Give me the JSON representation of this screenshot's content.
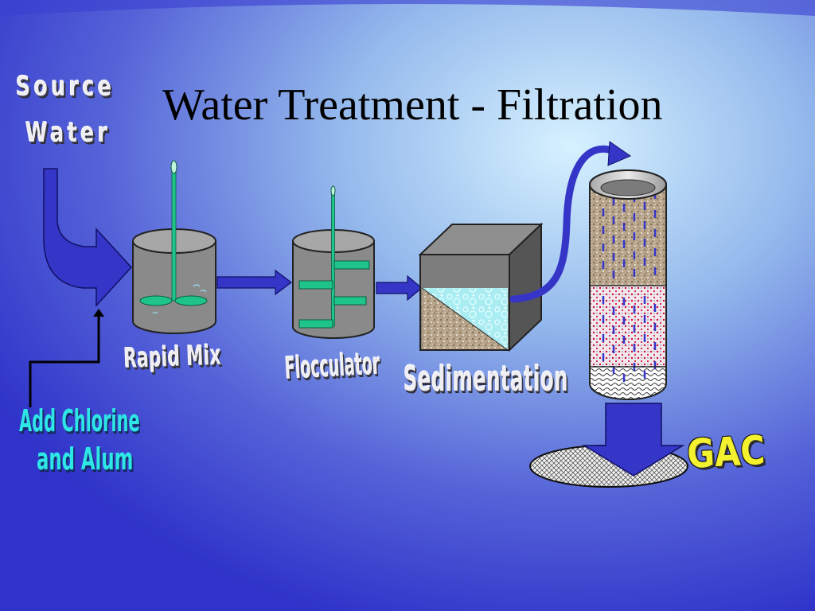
{
  "slide": {
    "title": "Water Treatment - Filtration",
    "labels": {
      "source_water_line1": "Source",
      "source_water_line2": "Water",
      "rapid_mix": "Rapid Mix",
      "flocculator": "Flocculator",
      "sedimentation": "Sedimentation",
      "add_chemicals_line1": "Add Chlorine",
      "add_chemicals_line2": "and Alum",
      "gac": "GAC"
    }
  },
  "colors": {
    "background_edge": "#2f33c9",
    "background_center": "#d6f1ff",
    "flow_arrow": "#3535c8",
    "tank_gray": "#8a8a8a",
    "paddle_green": "#1fc48a",
    "sand": "#b7a48a",
    "gac_label": "#f4f22e",
    "chemical_label": "#2ee6e6"
  },
  "icons": {
    "rapid_mix_tank": "cylinder-tank-with-mixer-icon",
    "flocculator_tank": "cylinder-tank-with-paddles-icon",
    "sedimentation_basin": "cube-basin-icon",
    "filter_column": "filter-column-icon",
    "gac_bed": "granular-bed-icon"
  }
}
